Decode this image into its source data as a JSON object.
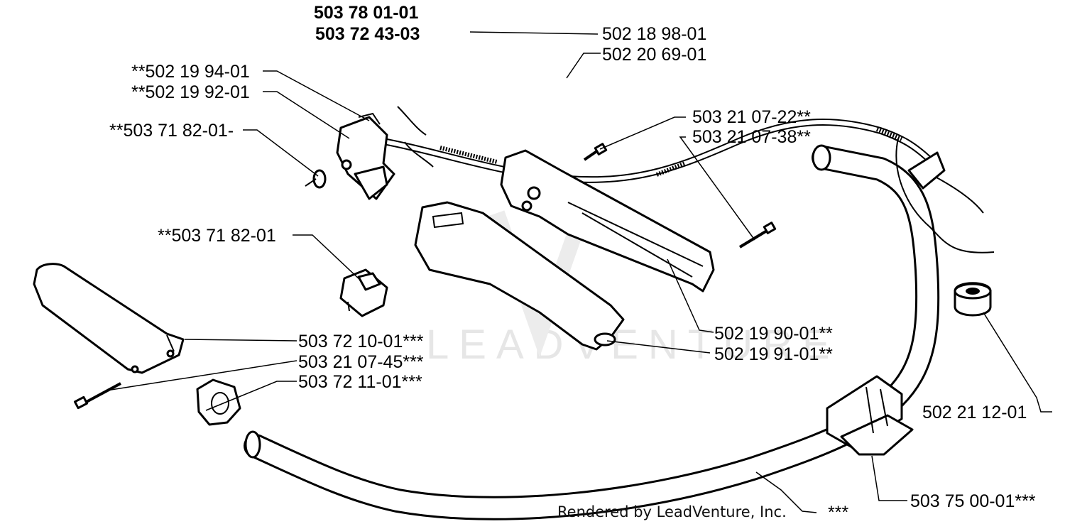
{
  "header_parts": [
    "503 78 01-01",
    "503 72 43-03"
  ],
  "labels": {
    "throttle_cable_1": "502 18 98-01",
    "throttle_cable_2": "502 20 69-01",
    "throttle_trigger": "**502 19 94-01",
    "throttle_lock": "**502 19 92-01",
    "trigger_spring": "**503 71 82-01-",
    "stop_switch": "**503 71 82-01",
    "screw_top": "503 21 07-22**",
    "screw_long": "503 21 07-38**",
    "handle_half_right": "502 19 90-01**",
    "handle_half_left": "502 19 91-01**",
    "front_grip": "503 72 10-01***",
    "grip_screw": "503 21 07-45***",
    "grip_clamp": "503 72 11-01***",
    "grommet": "502 21 12-01",
    "handlebar_clamp": "503 75 00-01***",
    "handlebar": "***"
  },
  "footer": "Rendered by LeadVenture, Inc.",
  "watermark": "LEADVENTURE"
}
